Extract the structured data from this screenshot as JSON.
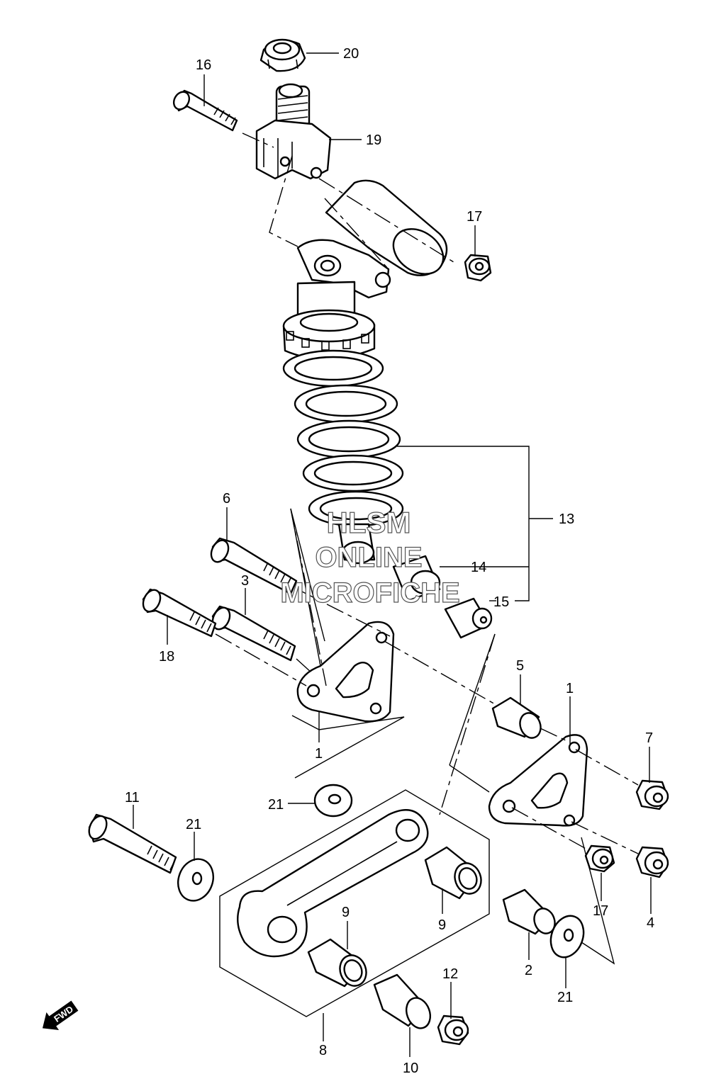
{
  "diagram": {
    "callouts": [
      {
        "id": "c20",
        "text": "20"
      },
      {
        "id": "c16",
        "text": "16"
      },
      {
        "id": "c19",
        "text": "19"
      },
      {
        "id": "c17a",
        "text": "17"
      },
      {
        "id": "c13",
        "text": "13"
      },
      {
        "id": "c6",
        "text": "6"
      },
      {
        "id": "c14",
        "text": "14"
      },
      {
        "id": "c3",
        "text": "3"
      },
      {
        "id": "c15",
        "text": "15"
      },
      {
        "id": "c18",
        "text": "18"
      },
      {
        "id": "c5",
        "text": "5"
      },
      {
        "id": "c1a",
        "text": "1"
      },
      {
        "id": "c1b",
        "text": "1"
      },
      {
        "id": "c7",
        "text": "7"
      },
      {
        "id": "c21a",
        "text": "21"
      },
      {
        "id": "c11",
        "text": "11"
      },
      {
        "id": "c21b",
        "text": "21"
      },
      {
        "id": "c9a",
        "text": "9"
      },
      {
        "id": "c9b",
        "text": "9"
      },
      {
        "id": "c17b",
        "text": "17"
      },
      {
        "id": "c4",
        "text": "4"
      },
      {
        "id": "c2",
        "text": "2"
      },
      {
        "id": "c12",
        "text": "12"
      },
      {
        "id": "c21c",
        "text": "21"
      },
      {
        "id": "c8",
        "text": "8"
      },
      {
        "id": "c10",
        "text": "10"
      }
    ],
    "watermark": [
      "HLSM",
      "ONLINE",
      "MICROFICHE"
    ],
    "fwd_label": "FWD"
  }
}
